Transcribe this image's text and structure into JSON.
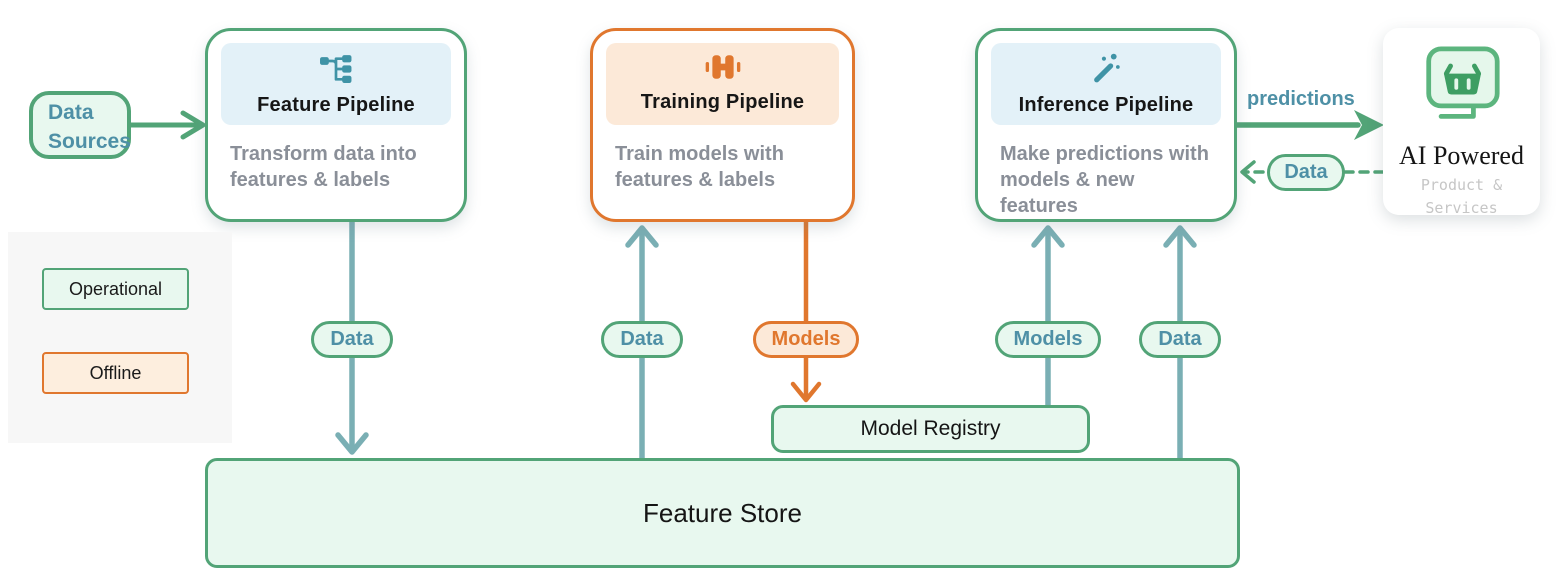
{
  "nodes": {
    "data_sources": {
      "label": "Data Sources"
    },
    "feature_pipeline": {
      "title": "Feature Pipeline",
      "subtitle": "Transform data into features & labels"
    },
    "training_pipeline": {
      "title": "Training Pipeline",
      "subtitle": "Train models with features & labels"
    },
    "inference_pipeline": {
      "title": "Inference Pipeline",
      "subtitle": "Make predictions with models & new features"
    },
    "ai_powered": {
      "title": "AI Powered",
      "subtitle": "Product & Services"
    },
    "model_registry": {
      "label": "Model Registry"
    },
    "feature_store": {
      "label": "Feature Store"
    }
  },
  "pills": {
    "feature_data": "Data",
    "training_data": "Data",
    "training_models": "Models",
    "inference_models": "Models",
    "inference_data": "Data",
    "ai_data": "Data"
  },
  "legend": {
    "operational": "Operational",
    "offline": "Offline"
  },
  "labels": {
    "predictions": "predictions"
  },
  "icons": {
    "feature_pipeline": "tree-structure-icon",
    "training_pipeline": "dumbbell-icon",
    "inference_pipeline": "magic-wand-icon",
    "ai_powered": "monitor-basket-icon"
  },
  "colors": {
    "operational_green": "#52a477",
    "offline_orange": "#e0772e",
    "flow_teal": "#7aafb4",
    "label_teal": "#4e90a6",
    "mint_fill": "#e8f8ef",
    "blue_header": "#e3f1f8",
    "orange_header": "#fce9d8"
  }
}
